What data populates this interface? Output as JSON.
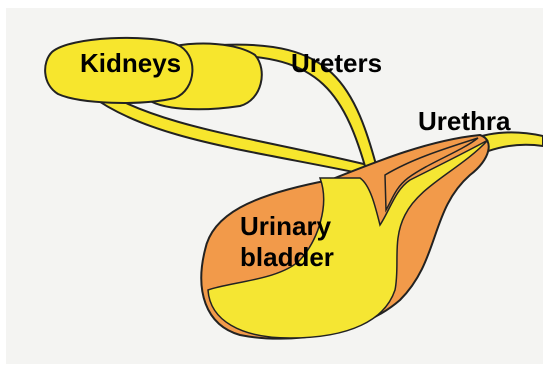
{
  "labels": {
    "kidneys": "Kidneys",
    "ureters": "Ureters",
    "urethra": "Urethra",
    "bladder_line1": "Urinary",
    "bladder_line2": "bladder"
  },
  "colors": {
    "paper": "#f4f4f2",
    "kidney_fill": "#f7e62d",
    "bladder_yellow": "#f5e633",
    "bladder_orange": "#f29a4a",
    "outline": "#222222"
  }
}
